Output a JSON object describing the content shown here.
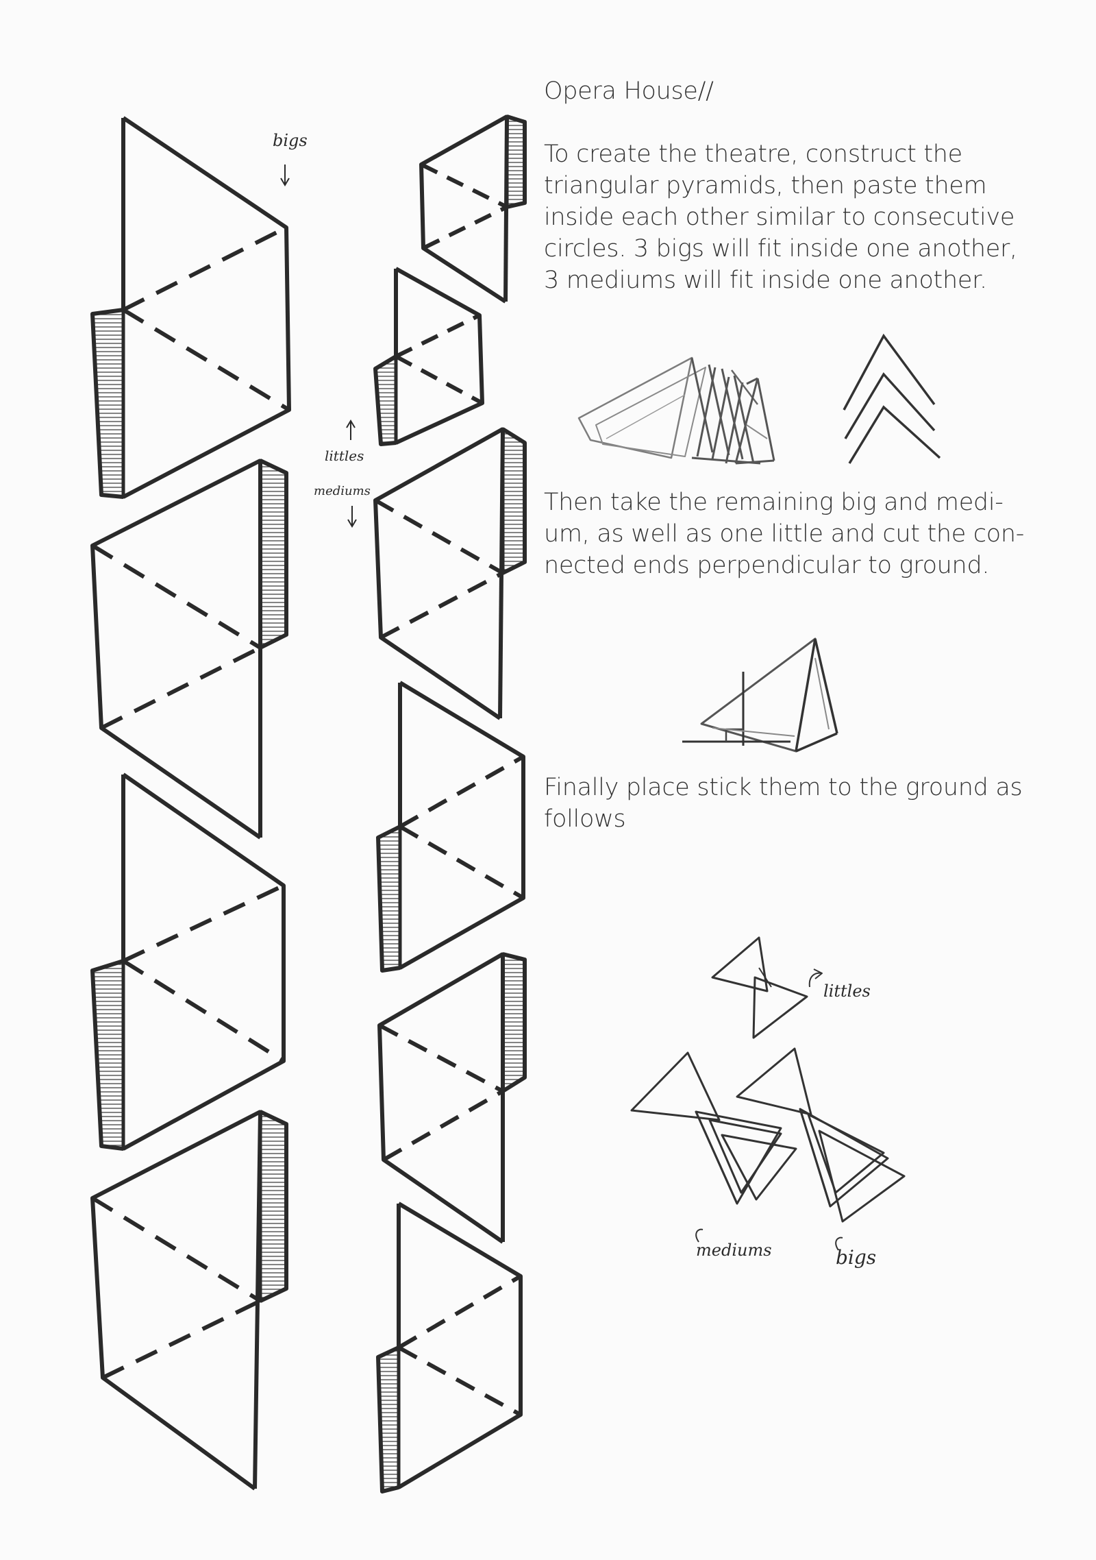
{
  "title": "Opera House//",
  "paragraphs": {
    "p1": [
      "To create the theatre, construct the",
      "triangular pyramids, then paste them",
      "inside each other similar to consecutive",
      "circles. 3 bigs will fit inside one another,",
      "3 mediums will fit inside one another."
    ],
    "p2": [
      "Then take the remaining big and medi-",
      "um, as well as one little and cut the con-",
      "nected ends perpendicular to ground."
    ],
    "p3": [
      "Finally place stick them to the ground as",
      "follows"
    ]
  },
  "handwritten": {
    "bigs_top": "bigs",
    "littles_mid": "littles",
    "mediums_mid": "mediums",
    "littles_plan": "littles",
    "mediums_plan": "mediums",
    "bigs_plan": "bigs"
  },
  "colors": {
    "ink": "#2a2a2a",
    "pencil": "#8a8a8a",
    "paper": "#fbfbfb"
  }
}
